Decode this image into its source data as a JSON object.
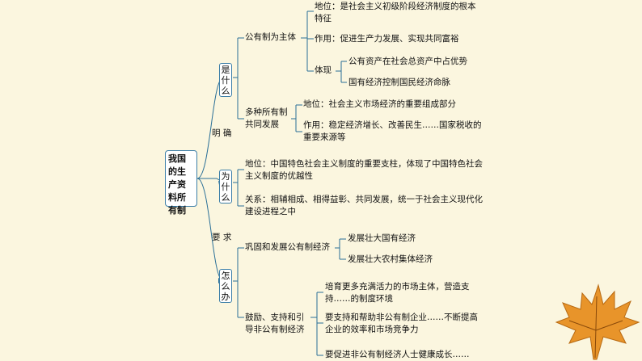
{
  "root": {
    "label": "我国的生产资料所有制"
  },
  "edges": {
    "mingque": "明 确",
    "yaoqiu": "要 求"
  },
  "branches": {
    "what": {
      "label": "是什么",
      "gongyouzhi": {
        "label": "公有制为主体",
        "diwei": "地位：是社会主义初级阶段经济制度的根本特征",
        "zuoyong": "作用：促进生产力发展、实现共同富裕",
        "tixian": {
          "label": "体现",
          "items": [
            "公有资产在社会总资产中占优势",
            "国有经济控制国民经济命脉"
          ]
        }
      },
      "duozhong": {
        "label": "多种所有制共同发展",
        "diwei": "地位：社会主义市场经济的重要组成部分",
        "zuoyong": "作用：稳定经济增长、改善民生……国家税收的重要来源等"
      }
    },
    "why": {
      "label": "为什么",
      "diwei": "地位：中国特色社会主义制度的重要支柱，体现了中国特色社会主义制度的优越性",
      "guanxi": "关系：相辅相成、相得益彰、共同发展，统一于社会主义现代化建设进程之中"
    },
    "how": {
      "label": "怎么办",
      "gonggu": {
        "label": "巩固和发展公有制经济",
        "items": [
          "发展壮大国有经济",
          "发展壮大农村集体经济"
        ]
      },
      "guli": {
        "label": "鼓励、支持和引导非公有制经济",
        "items": [
          "培育更多充满活力的市场主体，营造支持……的制度环境",
          "要支持和帮助非公有制企业……不断提高企业的效率和市场竞争力",
          "要促进非公有制经济人士健康成长……"
        ]
      }
    }
  },
  "colors": {
    "line": "#2a6f97",
    "box_border": "#3d7fa8",
    "background": "#fbf6df",
    "leaf": "#e8942a"
  }
}
